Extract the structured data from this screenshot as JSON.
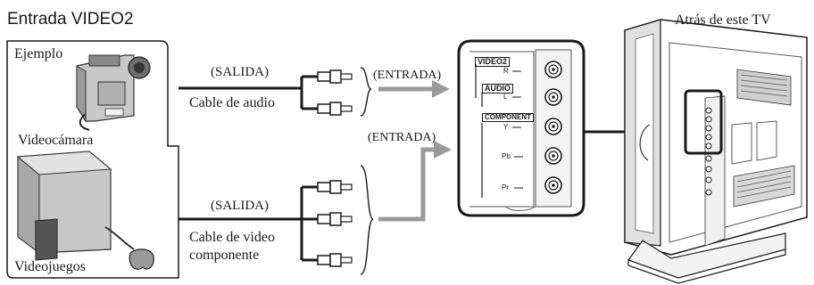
{
  "title": "Entrada VIDEO2",
  "back_label": "Atrás de este TV",
  "example_box": {
    "heading": "Ejemplo",
    "device1": "Videocámara",
    "device2": "Videojuegos"
  },
  "audio_cable": {
    "output_label": "(SALIDA)",
    "cable_label": "Cable de audio",
    "input_label": "(ENTRADA)"
  },
  "video_cable": {
    "output_label": "(SALIDA)",
    "cable_label_line1": "Cable de video",
    "cable_label_line2": "componente",
    "input_label": "(ENTRADA)"
  },
  "panel": {
    "video2": "VIDEO2",
    "r": "R",
    "audio": "AUDIO",
    "l": "L",
    "component": "COMPONENT",
    "y": "Y",
    "pb": "Pb",
    "pr": "Pr"
  },
  "colors": {
    "line": "#1a1a1a",
    "arrow": "#9a9a9a",
    "device_fill": "#c8c8c8",
    "device_dark": "#6e6e6e"
  }
}
